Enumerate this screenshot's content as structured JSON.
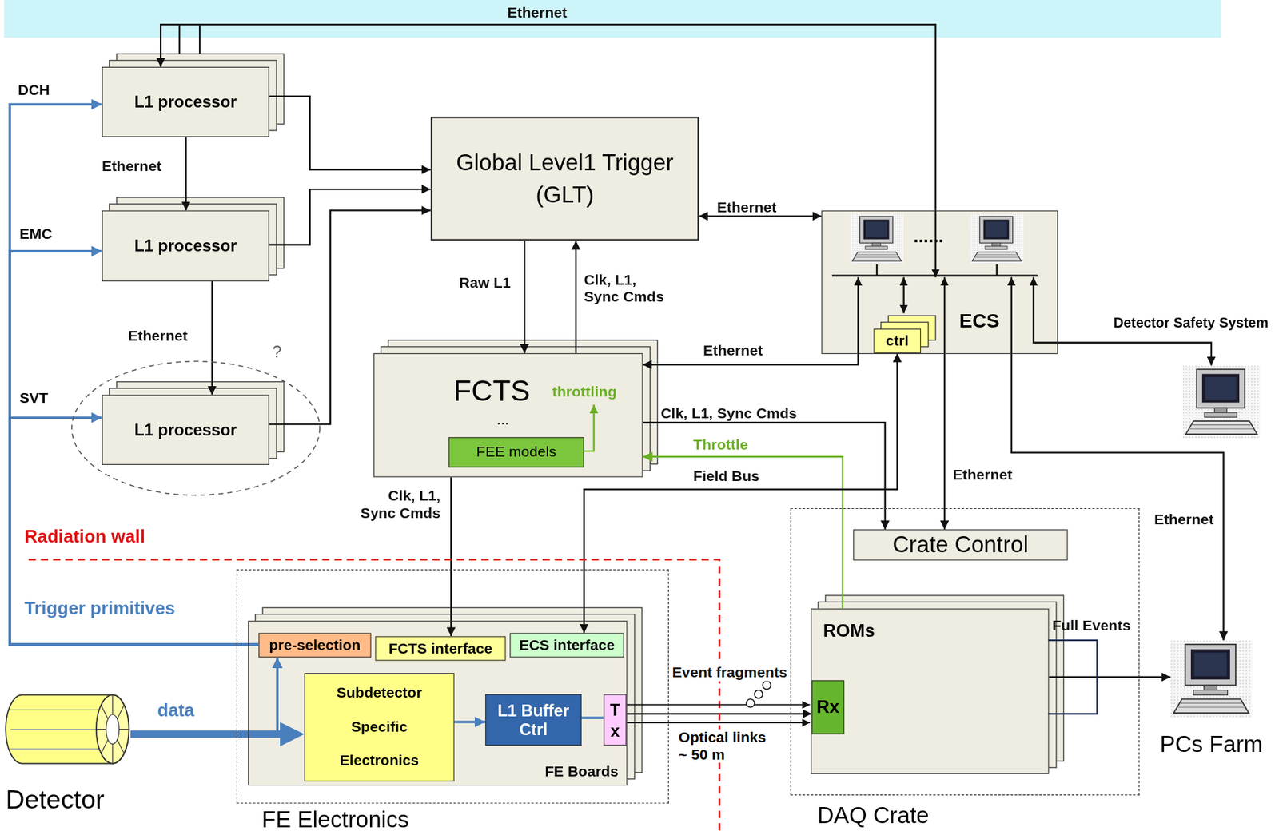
{
  "diagram": {
    "nodes": [
      {
        "text": [
          "L1 processor"
        ]
      },
      {
        "text": [
          "L1 processor"
        ]
      },
      {
        "text": [
          "L1 processor"
        ]
      },
      {
        "text": [
          "Global Level1 Trigger (GLT)"
        ]
      },
      {
        "text": [
          "......",
          "ECS"
        ]
      },
      {
        "text": [
          "ctrl"
        ],
        "in": 4
      },
      {
        "text": [
          "FCTS",
          "throttling",
          "..."
        ]
      },
      {
        "text": [
          "FEE models"
        ],
        "in": 6
      },
      {
        "text": [
          "Detector Safety System"
        ]
      },
      {
        "text": [
          "DAQ Crate"
        ]
      },
      {
        "text": [
          "Crate Control"
        ],
        "in": 9
      },
      {
        "text": [
          "ROMs"
        ],
        "in": 9
      },
      {
        "text": [
          "Rx"
        ],
        "in": 11
      },
      {
        "text": [
          "FE Electronics"
        ]
      },
      {
        "text": [
          "FE Boards"
        ],
        "in": 13
      },
      {
        "text": [
          "pre-selection"
        ],
        "in": 14
      },
      {
        "text": [
          "FCTS interface"
        ],
        "in": 14
      },
      {
        "text": [
          "ECS interface"
        ],
        "in": 14
      },
      {
        "text": [
          "Subdetector Specific Electronics"
        ],
        "in": 14
      },
      {
        "text": [
          "L1 Buffer Ctrl"
        ],
        "in": 14
      },
      {
        "text": [
          "T x"
        ],
        "in": 14
      },
      {
        "text": [
          "PCs Farm"
        ]
      },
      {
        "text": [
          "Detector"
        ]
      }
    ],
    "edges": [
      {
        "from": 4,
        "to": 0,
        "label": "Ethernet",
        "arrow": "to"
      },
      {
        "from": 0,
        "to": 1,
        "label": "Ethernet",
        "arrow": "to"
      },
      {
        "from": 1,
        "to": 2,
        "label": "Ethernet",
        "arrow": "to"
      },
      {
        "from": 0,
        "to": 3,
        "arrow": "to"
      },
      {
        "from": 1,
        "to": 3,
        "arrow": "to"
      },
      {
        "from": 2,
        "to": 3,
        "arrow": "to"
      },
      {
        "from": 3,
        "to": 6,
        "label": "Raw L1",
        "arrow": "to"
      },
      {
        "from": 6,
        "to": 3,
        "label": "Clk, L1, Sync Cmds",
        "arrow": "to"
      },
      {
        "from": 4,
        "to": 3,
        "label": "Ethernet",
        "arrow": "both"
      },
      {
        "from": 4,
        "to": 6,
        "label": "Ethernet",
        "arrow": "to"
      },
      {
        "from": 6,
        "to": 10,
        "label": "Clk, L1, Sync Cmds",
        "arrow": "to"
      },
      {
        "from": 11,
        "to": 6,
        "label": "Throttle",
        "arrow": "to"
      },
      {
        "from": 5,
        "to": 17,
        "label": "Field Bus",
        "arrow": "both"
      },
      {
        "from": 6,
        "to": 16,
        "label": "Clk, L1, Sync Cmds",
        "arrow": "to"
      },
      {
        "from": 4,
        "to": 10,
        "label": "Ethernet",
        "arrow": "to"
      },
      {
        "from": 4,
        "to": 21,
        "label": "Ethernet",
        "arrow": "to"
      },
      {
        "from": 4,
        "to": 8,
        "arrow": "to"
      },
      {
        "from": 20,
        "to": 12,
        "label": "Event fragments",
        "arrow": "to"
      },
      {
        "from": 11,
        "to": 21,
        "label": "Full Events",
        "arrow": "to"
      },
      {
        "from": 22,
        "to": 18,
        "label": "data",
        "arrow": "to"
      },
      {
        "from": 22,
        "to": 15,
        "arrow": "to"
      },
      {
        "from": 15,
        "to": 0,
        "arrow": "to"
      },
      {
        "from": 15,
        "to": 1,
        "arrow": "to"
      },
      {
        "from": 15,
        "to": 2,
        "arrow": "to"
      },
      {
        "from": 18,
        "to": 19,
        "arrow": "to"
      },
      {
        "from": 19,
        "to": 20,
        "arrow": "none"
      }
    ],
    "labels": [
      "DCH",
      "EMC",
      "SVT",
      "?",
      "Radiation wall",
      "Trigger primitives",
      "Optical links ~ 50 m"
    ]
  }
}
